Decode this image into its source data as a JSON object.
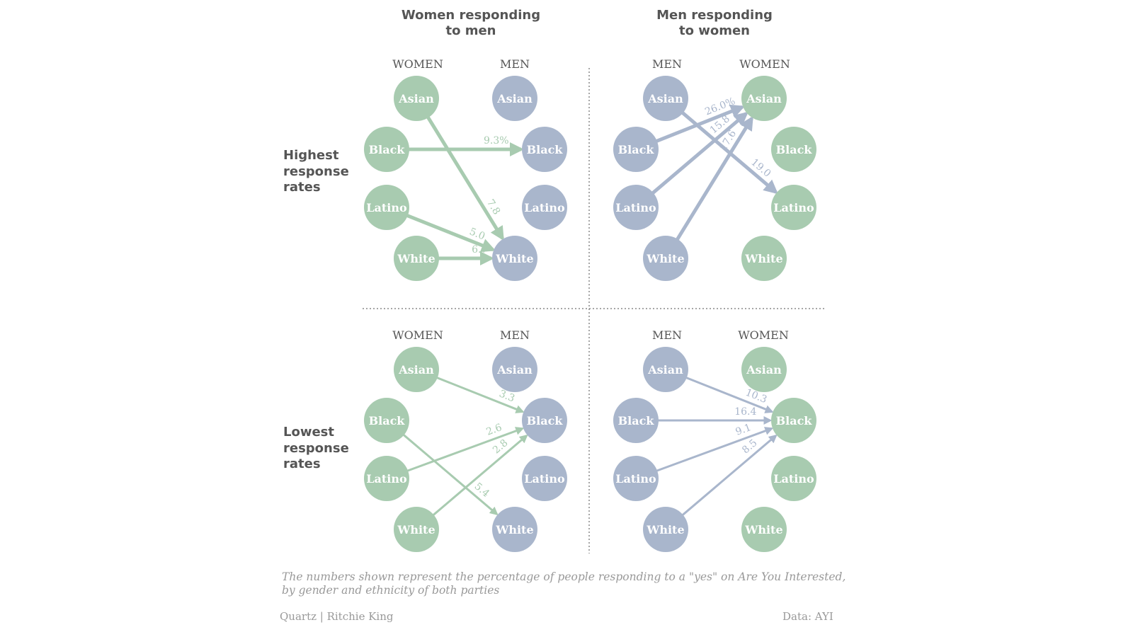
{
  "colors": {
    "women": "#a8cbb0",
    "men": "#a9b6cc",
    "women_arrow": "#a8cbb0",
    "men_arrow": "#a9b6cc"
  },
  "column_titles": [
    {
      "line1": "Women responding",
      "line2": "to men"
    },
    {
      "line1": "Men responding",
      "line2": "to women"
    }
  ],
  "row_labels": [
    {
      "lines": [
        "Highest",
        "response",
        "rates"
      ]
    },
    {
      "lines": [
        "Lowest",
        "response",
        "rates"
      ]
    }
  ],
  "ethnicities": [
    "Asian",
    "Black",
    "Latino",
    "White"
  ],
  "panels": [
    {
      "id": "women-highest",
      "left_header": "WOMEN",
      "right_header": "MEN",
      "left_group": "women",
      "right_group": "men",
      "direction": "left-to-right",
      "edges": [
        {
          "from": "Black",
          "to": "Black",
          "label": "9.3%"
        },
        {
          "from": "Asian",
          "to": "White",
          "label": "7.8"
        },
        {
          "from": "Latino",
          "to": "White",
          "label": "5.0"
        },
        {
          "from": "White",
          "to": "White",
          "label": "6.7"
        }
      ]
    },
    {
      "id": "men-highest",
      "left_header": "MEN",
      "right_header": "WOMEN",
      "left_group": "men",
      "right_group": "women",
      "direction": "left-to-right",
      "edges": [
        {
          "from": "Black",
          "to": "Asian",
          "label": "26.0%"
        },
        {
          "from": "Latino",
          "to": "Asian",
          "label": "15.8"
        },
        {
          "from": "White",
          "to": "Asian",
          "label": "17.6"
        },
        {
          "from": "Asian",
          "to": "Latino",
          "label": "19.0"
        }
      ]
    },
    {
      "id": "women-lowest",
      "left_header": "WOMEN",
      "right_header": "MEN",
      "left_group": "women",
      "right_group": "men",
      "direction": "left-to-right",
      "edges": [
        {
          "from": "Asian",
          "to": "Black",
          "label": "3.3"
        },
        {
          "from": "Latino",
          "to": "Black",
          "label": "2.6"
        },
        {
          "from": "White",
          "to": "Black",
          "label": "2.8"
        },
        {
          "from": "Black",
          "to": "White",
          "label": "5.4"
        }
      ]
    },
    {
      "id": "men-lowest",
      "left_header": "MEN",
      "right_header": "WOMEN",
      "left_group": "men",
      "right_group": "women",
      "direction": "left-to-right",
      "edges": [
        {
          "from": "Asian",
          "to": "Black",
          "label": "10.3"
        },
        {
          "from": "Black",
          "to": "Black",
          "label": "16.4"
        },
        {
          "from": "Latino",
          "to": "Black",
          "label": "9.1"
        },
        {
          "from": "White",
          "to": "Black",
          "label": "8.5"
        }
      ]
    }
  ],
  "footnote": "The numbers shown represent the percentage of people responding to a \"yes\" on Are You Interested, by gender and ethnicity of both parties",
  "credit_left": "Quartz | Ritchie King",
  "credit_right": "Data: AYI"
}
